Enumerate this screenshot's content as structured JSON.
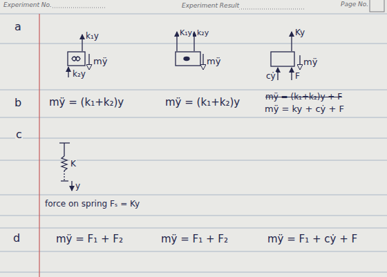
{
  "diagram": {
    "labels": [
      "Experiment No.",
      "Experiment Result",
      "Page No.",
      "a",
      "k₁y",
      "mÿ",
      "k₂y",
      "K₁y",
      "k₂y",
      "mÿ",
      "Ky",
      "mÿ",
      "cẏ",
      "F",
      "b",
      "mÿ = (k₁+k₂)y",
      "mÿ = (k₁+k₂)y",
      "mÿ = (k₁+k₂)y + F",
      "mÿ = ky + cẏ + F",
      "c",
      "K",
      "y",
      "force on spring Fₛ = Ky",
      "d",
      "mÿ = F₁ + F₂",
      "mÿ = F₁ + F₂",
      "mÿ = F₁ + cẏ + F"
    ]
  }
}
